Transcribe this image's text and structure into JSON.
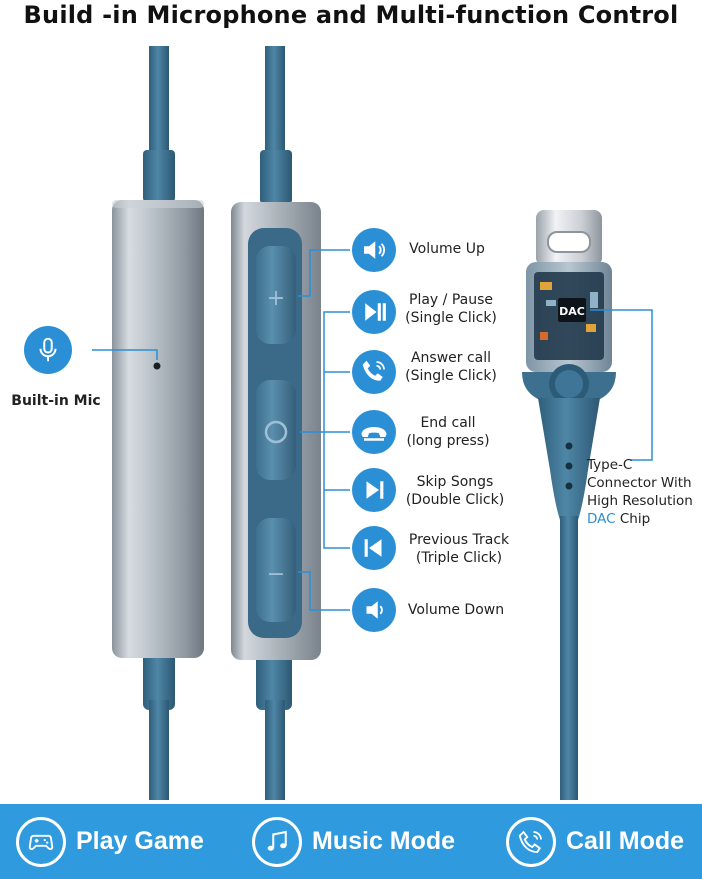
{
  "title": "Build -in Microphone and Multi-function Control",
  "mic": {
    "label": "Built-in Mic",
    "icon": "microphone-icon"
  },
  "controls": [
    {
      "icon": "volume-up-icon",
      "line1": "Volume Up",
      "line2": ""
    },
    {
      "icon": "play-pause-icon",
      "line1": "Play / Pause",
      "line2": "(Single Click)"
    },
    {
      "icon": "phone-answer-icon",
      "line1": "Answer call",
      "line2": "(Single Click)"
    },
    {
      "icon": "phone-end-icon",
      "line1": "End call",
      "line2": "(long press)"
    },
    {
      "icon": "skip-next-icon",
      "line1": "Skip Songs",
      "line2": "(Double Click)"
    },
    {
      "icon": "skip-previous-icon",
      "line1": "Previous Track",
      "line2": "(Triple Click)"
    },
    {
      "icon": "volume-down-icon",
      "line1": "Volume Down",
      "line2": ""
    }
  ],
  "remote_buttons": {
    "plus": "+",
    "minus": "−"
  },
  "connector": {
    "chip_label": "DAC",
    "line1": "Type-C",
    "line2": "Connector With",
    "line3": "High Resolution",
    "line4_highlight": "DAC",
    "line4_rest": " Chip"
  },
  "modes": [
    {
      "icon": "gamepad-icon",
      "label": "Play Game"
    },
    {
      "icon": "music-note-icon",
      "label": "Music Mode"
    },
    {
      "icon": "phone-call-icon",
      "label": "Call Mode"
    }
  ],
  "colors": {
    "accent": "#2b8fd6",
    "bar": "#2f9bde",
    "cable": "#3b6f8f",
    "housing": "#b4bcc4"
  }
}
